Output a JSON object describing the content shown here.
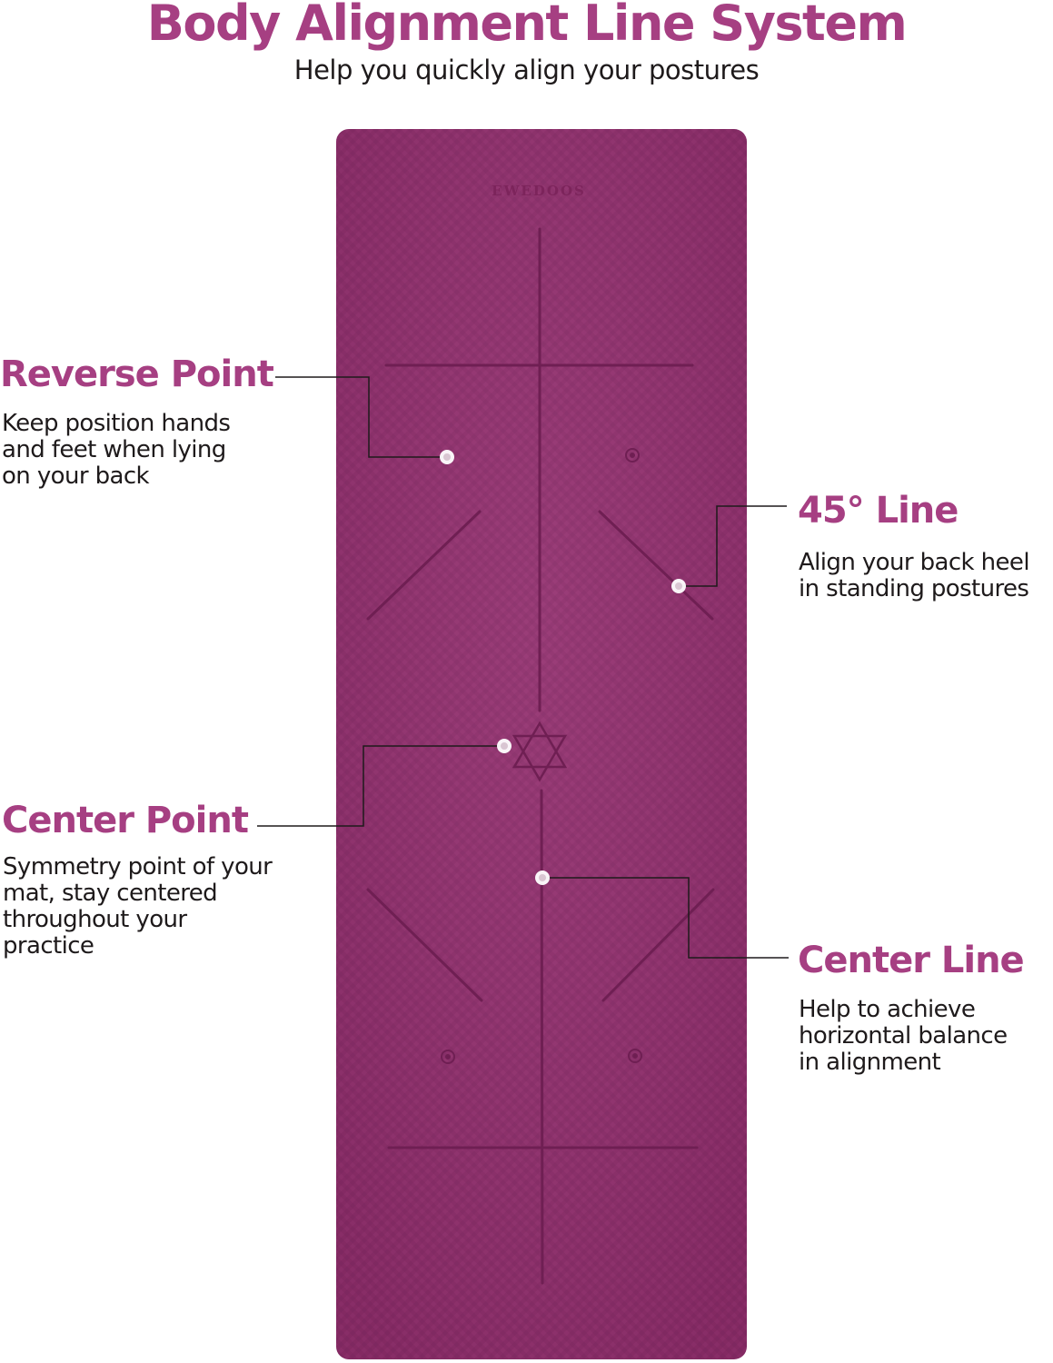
{
  "header": {
    "title": "Body Alignment Line System",
    "subtitle": "Help you quickly align your postures"
  },
  "mat": {
    "brand": "EWEDOOS",
    "color": "#8e2d6b",
    "line_color": "#6f1f53",
    "marker_color": "#ffffff"
  },
  "callouts": {
    "reverse_point": {
      "title": "Reverse Point",
      "lines": [
        "Keep position hands",
        "and feet when lying",
        "on your back"
      ]
    },
    "line_45": {
      "title": "45° Line",
      "lines": [
        "Align your back heel",
        "in standing postures"
      ]
    },
    "center_point": {
      "title": "Center Point",
      "lines": [
        "Symmetry point of your",
        "mat, stay centered",
        "throughout your",
        "practice"
      ]
    },
    "center_line": {
      "title": "Center Line",
      "lines": [
        "Help to achieve",
        "horizontal balance",
        "in alignment"
      ]
    }
  },
  "colors": {
    "accent": "#a63f82",
    "text": "#1e1a1b"
  }
}
